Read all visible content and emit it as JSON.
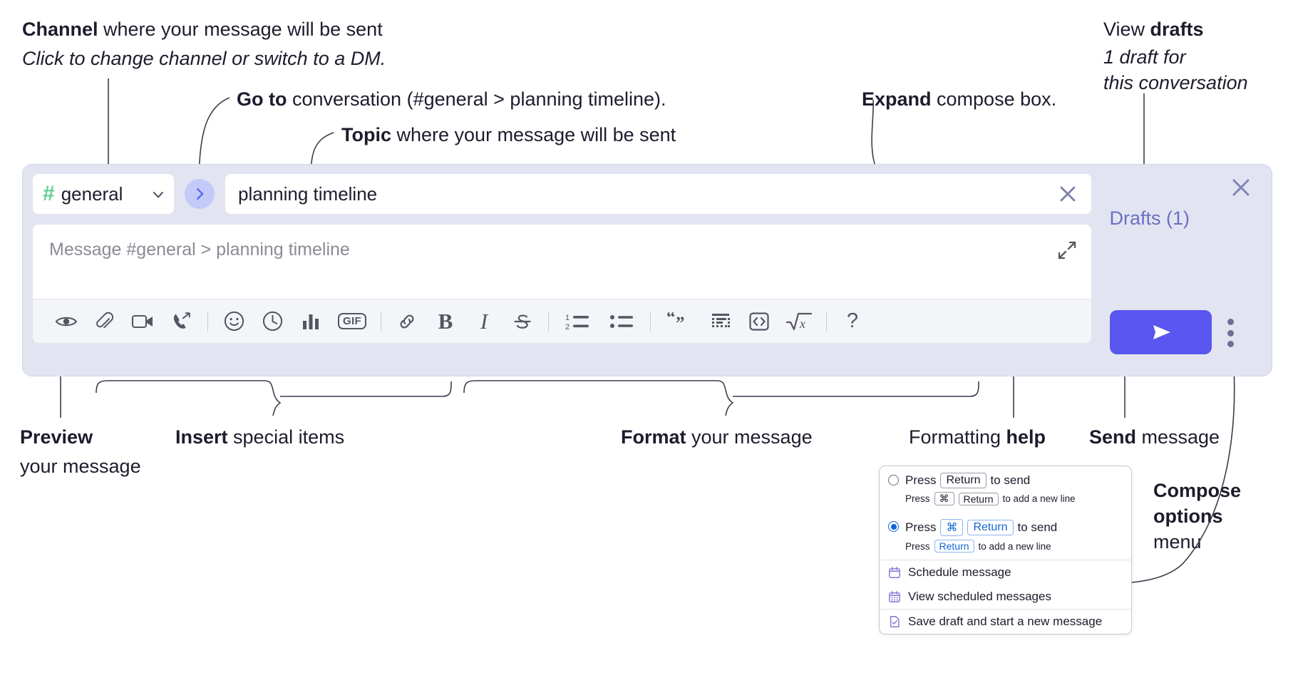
{
  "annotations": {
    "channel": {
      "bold": "Channel",
      "rest": " where your message will be sent",
      "sub": "Click to change channel or switch to a DM."
    },
    "goto": {
      "bold": "Go to",
      "rest": " conversation (#general > planning timeline)."
    },
    "topic": {
      "bold": "Topic",
      "rest": " where your message will be sent"
    },
    "expand": {
      "bold": "Expand",
      "rest": " compose box."
    },
    "drafts": {
      "lead": "View ",
      "bold": "drafts",
      "sub1": "1 draft for",
      "sub2": "this conversation"
    },
    "preview": {
      "bold": "Preview",
      "line2": "your message"
    },
    "insert": {
      "bold": "Insert",
      "rest": " special items"
    },
    "format": {
      "bold": "Format",
      "rest": " your message"
    },
    "help": {
      "lead": "Formatting ",
      "bold": "help"
    },
    "send": {
      "bold": "Send",
      "rest": " message"
    },
    "compose_options": {
      "bold1": "Compose",
      "bold2": "options",
      "rest": "menu"
    }
  },
  "compose": {
    "channel_name": "general",
    "channel_icon": "hash-icon",
    "channel_caret_icon": "chevron-down-icon",
    "goto_icon": "chevron-right-icon",
    "topic_value": "planning timeline",
    "topic_clear_icon": "close-icon",
    "message_placeholder": "Message #general > planning timeline",
    "expand_icon": "expand-icon",
    "drafts_label": "Drafts (1)",
    "close_icon": "close-icon",
    "send_icon": "send-paper-plane-icon",
    "kebab_icon": "vertical-ellipsis-icon",
    "toolbar": [
      {
        "name": "preview-button",
        "icon": "eye-icon",
        "label": "Preview"
      },
      {
        "name": "attach-button",
        "icon": "paperclip-icon",
        "label": "Attach file"
      },
      {
        "name": "video-button",
        "icon": "video-camera-icon",
        "label": "Record video clip"
      },
      {
        "name": "huddle-button",
        "icon": "phone-forward-icon",
        "label": "Start call"
      },
      {
        "name": "separator-1",
        "icon": "separator",
        "label": ""
      },
      {
        "name": "emoji-button",
        "icon": "smiley-icon",
        "label": "Emoji"
      },
      {
        "name": "reminder-button",
        "icon": "clock-icon",
        "label": "Reminder"
      },
      {
        "name": "poll-button",
        "icon": "bar-chart-icon",
        "label": "Poll"
      },
      {
        "name": "gif-button",
        "icon": "gif-icon",
        "label": "GIF"
      },
      {
        "name": "separator-2",
        "icon": "separator",
        "label": ""
      },
      {
        "name": "link-button",
        "icon": "link-icon",
        "label": "Link"
      },
      {
        "name": "bold-button",
        "icon": "bold-icon",
        "label": "B"
      },
      {
        "name": "italic-button",
        "icon": "italic-icon",
        "label": "I"
      },
      {
        "name": "strikethrough-button",
        "icon": "strikethrough-icon",
        "label": "S"
      },
      {
        "name": "separator-3",
        "icon": "separator",
        "label": ""
      },
      {
        "name": "ordered-list-button",
        "icon": "ordered-list-icon",
        "label": "1 2"
      },
      {
        "name": "bulleted-list-button",
        "icon": "bulleted-list-icon",
        "label": ""
      },
      {
        "name": "separator-4",
        "icon": "separator",
        "label": ""
      },
      {
        "name": "blockquote-button",
        "icon": "quote-icon",
        "label": ""
      },
      {
        "name": "code-block-button",
        "icon": "code-block-icon",
        "label": ""
      },
      {
        "name": "code-inline-button",
        "icon": "code-brackets-icon",
        "label": ""
      },
      {
        "name": "math-button",
        "icon": "square-root-x-icon",
        "label": "√x"
      },
      {
        "name": "separator-5",
        "icon": "separator",
        "label": ""
      },
      {
        "name": "formatting-help-button",
        "icon": "question-mark-icon",
        "label": "?"
      }
    ]
  },
  "menu": {
    "options": [
      {
        "selected": false,
        "main": [
          "Press",
          "Return",
          "to send"
        ],
        "sub": [
          "Press",
          "⌘",
          "Return",
          "to add a new line"
        ]
      },
      {
        "selected": true,
        "main": [
          "Press",
          "⌘",
          "Return",
          "to send"
        ],
        "sub": [
          "Press",
          "Return",
          "to add a new line"
        ]
      }
    ],
    "items": [
      {
        "label": "Schedule message",
        "icon": "calendar-icon"
      },
      {
        "label": "View scheduled messages",
        "icon": "calendar-grid-icon"
      },
      {
        "label": "Save draft and start a new message",
        "icon": "document-check-icon"
      }
    ]
  },
  "colors": {
    "accent": "#5a56f0",
    "compose_bg": "#e2e4f1",
    "hash_green": "#5fcf92",
    "drafts_link": "#6c6fc4",
    "key_blue": "#1264d3"
  }
}
